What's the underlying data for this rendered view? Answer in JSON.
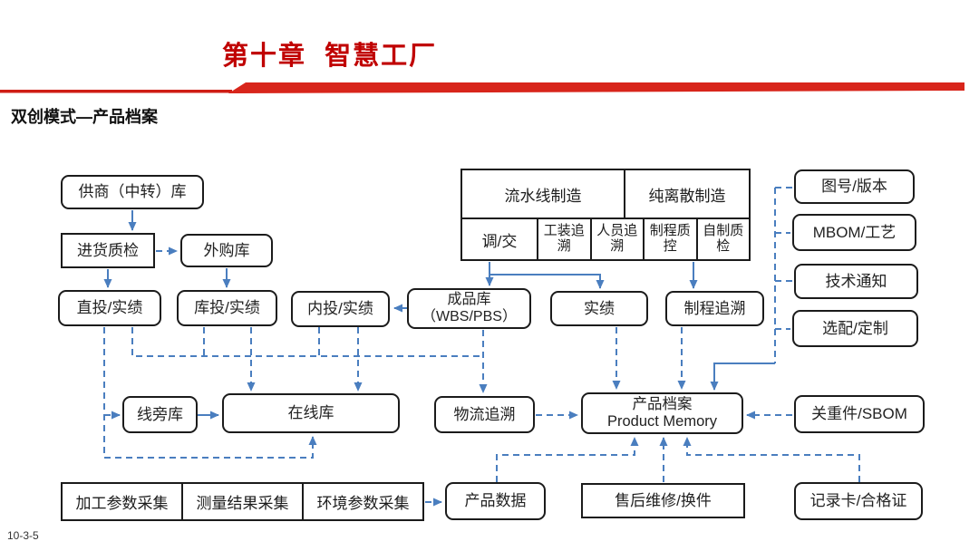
{
  "colors": {
    "accent_red": "#c00000",
    "line_blue": "#4a7ebf"
  },
  "header": {
    "chapter_title": "第十章  智慧工厂",
    "subtitle": "双创模式—产品档案",
    "page_number": "10-3-5"
  },
  "nodes": {
    "supplier": "供商（中转）库",
    "incoming_qc": "进货质检",
    "purchase_store": "外购库",
    "direct_issue": "直投/实绩",
    "store_issue": "库投/实绩",
    "internal_issue": "内投/实绩",
    "finished_store_line1": "成品库",
    "finished_store_line2": "（WBS/PBS）",
    "actuals": "实绩",
    "process_trace": "制程追溯",
    "line_side_store": "线旁库",
    "online_store": "在线库",
    "logistics_trace": "物流追溯",
    "product_memory_line1": "产品档案",
    "product_memory_line2": "Product Memory",
    "product_data": "产品数据",
    "after_sales": "售后维修/换件"
  },
  "manufacturing_table": {
    "flow_line": "流水线制造",
    "discrete": "纯离散制造",
    "dispatch": "调/交",
    "tooling_trace": "工装追溯",
    "personnel_trace": "人员追溯",
    "process_qc": "制程质控",
    "self_inspection": "自制质检"
  },
  "right_column": {
    "drawing_number": "图号/版本",
    "mbom": "MBOM/工艺",
    "tech_notice": "技术通知",
    "option_custom": "选配/定制",
    "critical_parts": "关重件/SBOM",
    "record_card": "记录卡/合格证"
  },
  "collection_table": [
    "加工参数采集",
    "测量结果采集",
    "环境参数采集"
  ]
}
